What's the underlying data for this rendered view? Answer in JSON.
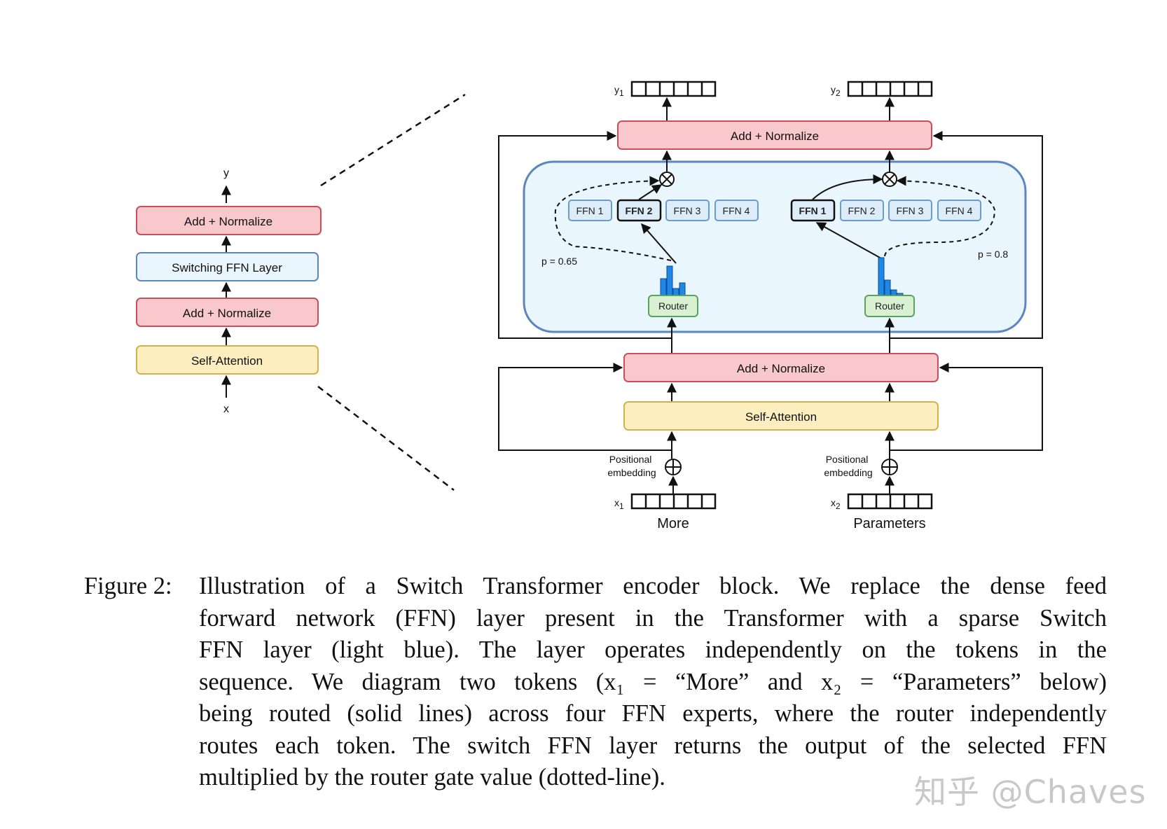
{
  "left_stack": {
    "output_label": "y",
    "input_label": "x",
    "blocks": [
      "Add + Normalize",
      "Switching FFN Layer",
      "Add + Normalize",
      "Self-Attention"
    ]
  },
  "right_block": {
    "outputs": [
      "y",
      "y"
    ],
    "output_subscripts": [
      "1",
      "2"
    ],
    "inputs": [
      "x",
      "x"
    ],
    "input_subscripts": [
      "1",
      "2"
    ],
    "top_norm": "Add + Normalize",
    "mid_norm": "Add + Normalize",
    "attention": "Self-Attention",
    "positional": [
      "Positional",
      "embedding"
    ],
    "routers": [
      "Router",
      "Router"
    ],
    "experts_left": [
      "FFN 1",
      "FFN 2",
      "FFN 3",
      "FFN 4"
    ],
    "experts_right": [
      "FFN 1",
      "FFN 2",
      "FFN 3",
      "FFN 4"
    ],
    "selected_left": 1,
    "selected_right": 0,
    "prob_left": "p = 0.65",
    "prob_right": "p = 0.8",
    "token_words": [
      "More",
      "Parameters"
    ]
  },
  "caption": {
    "label": "Figure 2:",
    "lines": [
      "Illustration of a Switch Transformer encoder block.  We replace the dense feed",
      "forward network (FFN) layer present in the Transformer with a sparse Switch",
      "FFN layer (light blue).  The layer operates independently on the tokens in the",
      "sequence. We diagram two tokens (x₁ = “More” and x₂ = “Parameters” below)",
      "being routed (solid lines) across four FFN experts, where the router independently",
      "routes each token. The switch FFN layer returns the output of the selected FFN",
      "multiplied by the router gate value (dotted-line)."
    ]
  },
  "watermark": "知乎 @Chaves",
  "colors": {
    "norm_fill": "#f8c8cc",
    "norm_stroke": "#c8505a",
    "attn_fill": "#fdeebf",
    "attn_stroke": "#d4b24a",
    "switch_fill": "#e9f6fd",
    "switch_stroke": "#5b86bf",
    "router_fill": "#d9f0d2",
    "router_stroke": "#5aa35a",
    "ffn_fill": "#dcecf8",
    "ffn_stroke": "#6a9ccc",
    "bar": "#1e88e5"
  }
}
